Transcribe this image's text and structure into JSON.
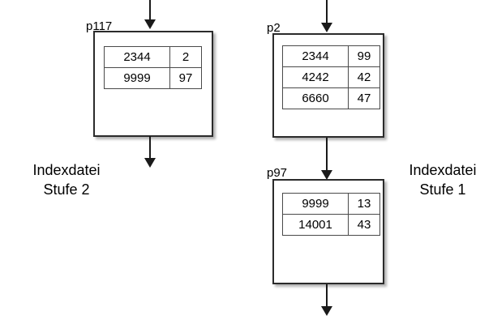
{
  "diagram": {
    "title_absent": true,
    "captions": [
      {
        "id": "level2",
        "line1": "Indexdatei",
        "line2": "Stufe 2"
      },
      {
        "id": "level1",
        "line1": "Indexdatei",
        "line2": "Stufe 1"
      }
    ],
    "blocks": [
      {
        "id": "p117",
        "label": "p117",
        "rows": [
          {
            "key": "2344",
            "ptr": "2"
          },
          {
            "key": "9999",
            "ptr": "97"
          }
        ]
      },
      {
        "id": "p2",
        "label": "p2",
        "rows": [
          {
            "key": "2344",
            "ptr": "99"
          },
          {
            "key": "4242",
            "ptr": "42"
          },
          {
            "key": "6660",
            "ptr": "47"
          }
        ]
      },
      {
        "id": "p97",
        "label": "p97",
        "rows": [
          {
            "key": "9999",
            "ptr": "13"
          },
          {
            "key": "14001",
            "ptr": "43"
          }
        ]
      }
    ],
    "colors": {
      "block_border": "#2b2b2b",
      "table_border": "#4a4a4a",
      "arrow": "#1a1a1a",
      "text": "#000000",
      "background": "#ffffff"
    }
  }
}
